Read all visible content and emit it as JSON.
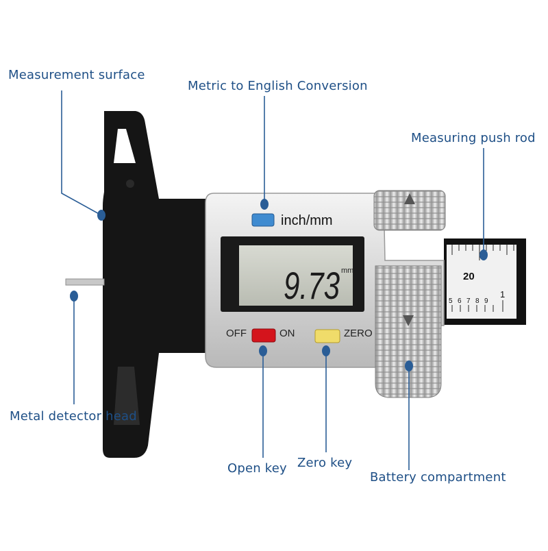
{
  "labels": {
    "measurement_surface": "Measurement surface",
    "metric_english": "Metric to English Conversion",
    "push_rod": "Measuring push rod",
    "metal_head": "Metal detector head",
    "open_key": "Open key",
    "zero_key": "Zero key",
    "battery": "Battery compartment"
  },
  "device": {
    "unit_button_label": "inch/mm",
    "display_value": "9.73",
    "display_unit": "mm",
    "off_label": "OFF",
    "on_label": "ON",
    "zero_label": "ZERO",
    "scale_major": "20",
    "scale_minor": [
      "5",
      "6",
      "7",
      "8",
      "9",
      "1"
    ]
  },
  "colors": {
    "label": "#1e4f86",
    "leader_line": "#2a5d96",
    "unit_button": "#3f8bd0",
    "on_button": "#d4141c",
    "zero_button": "#f0dc6a",
    "lcd": "#c9ccc2"
  }
}
